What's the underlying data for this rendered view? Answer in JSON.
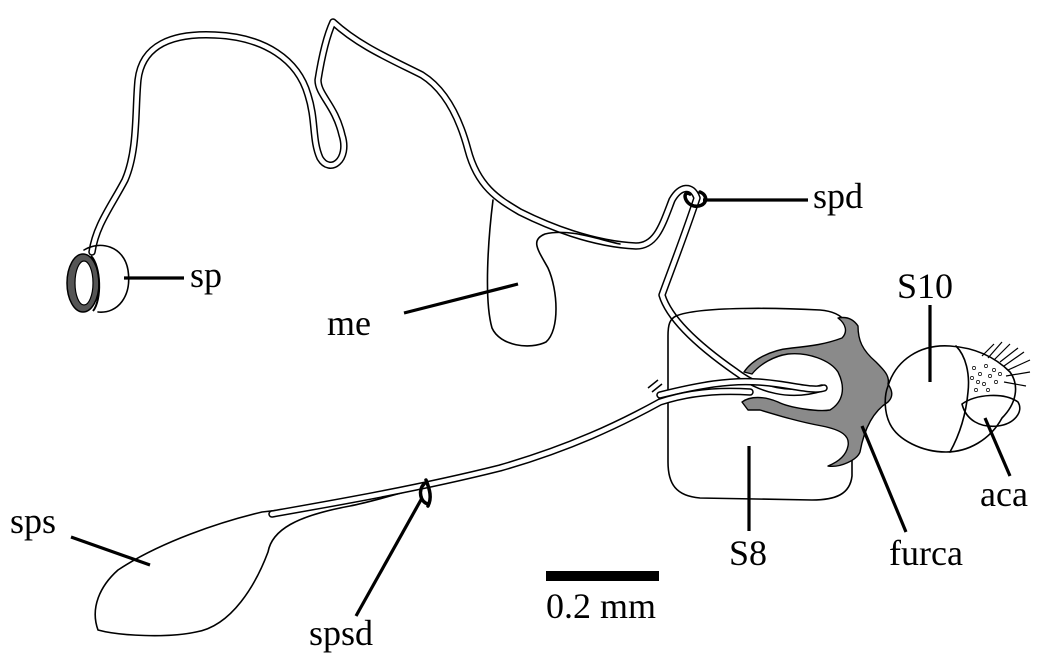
{
  "labels": {
    "sp": "sp",
    "me": "me",
    "spd": "spd",
    "s10": "S10",
    "aca": "aca",
    "furca": "furca",
    "s8": "S8",
    "sps": "sps",
    "spsd": "spsd",
    "scale": "0.2 mm"
  },
  "colors": {
    "ink": "#000000",
    "sclerotized": "#8a8a8a",
    "capsule": "#555555"
  }
}
